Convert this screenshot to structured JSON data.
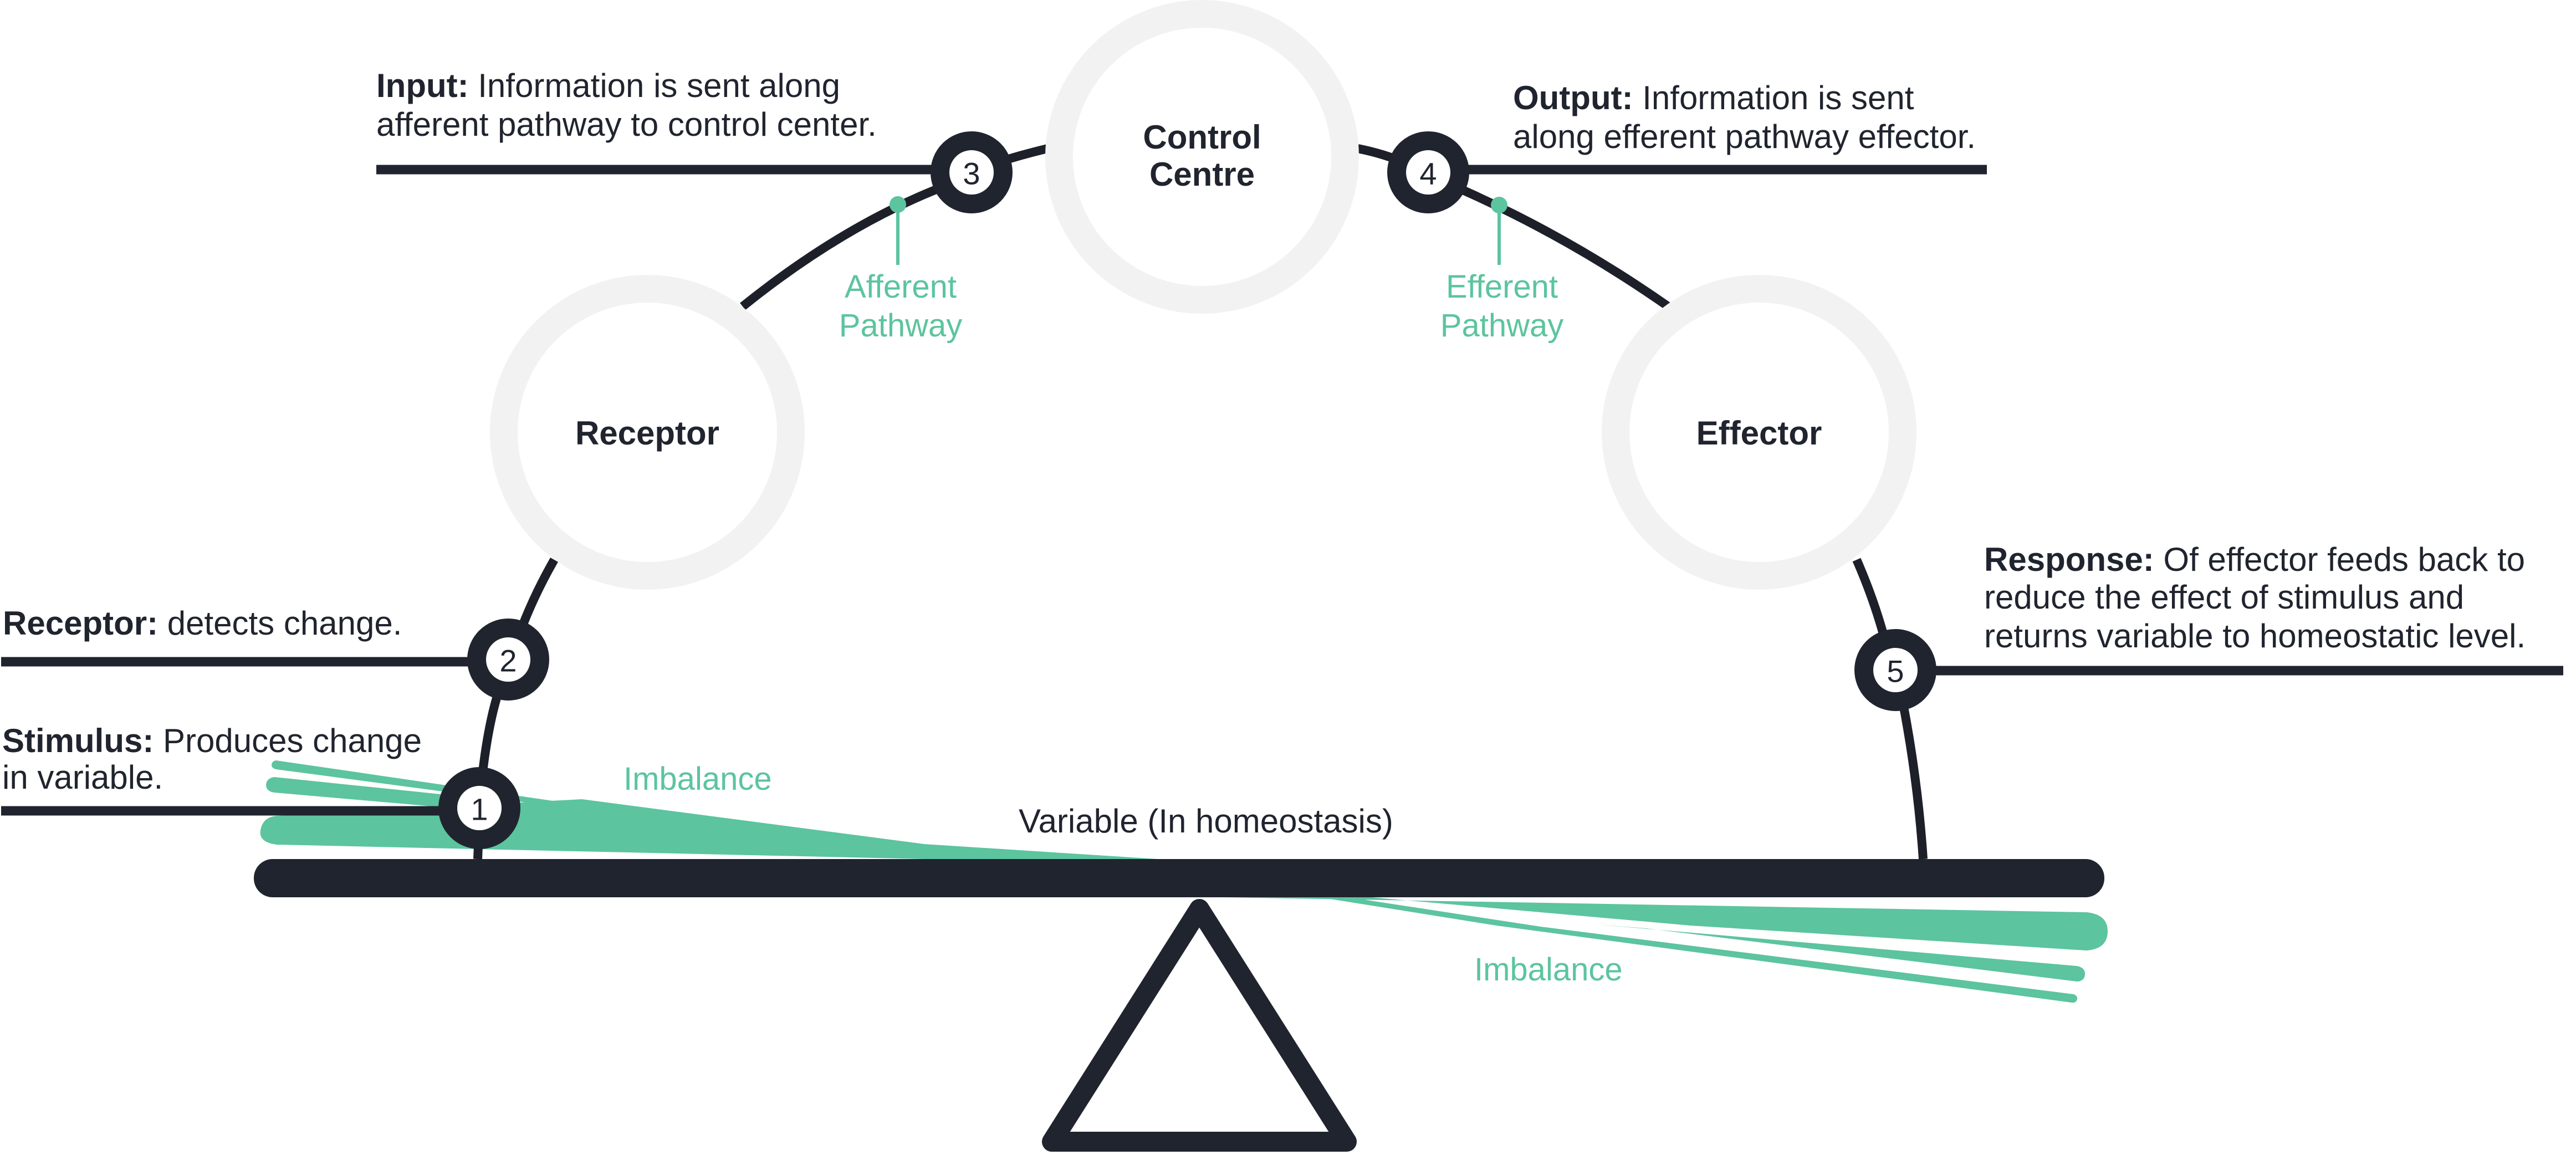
{
  "colors": {
    "dark": "#20242e",
    "accent_green": "#5cc49f",
    "ring_grey": "#f2f2f2",
    "background": "#ffffff"
  },
  "nodes": {
    "receptor": {
      "title": "Receptor"
    },
    "control_centre": {
      "title_line1": "Control",
      "title_line2": "Centre"
    },
    "effector": {
      "title": "Effector"
    }
  },
  "steps": [
    {
      "number": "1",
      "label": "Stimulus:",
      "text_line1": " Produces change",
      "text_line2": "in variable."
    },
    {
      "number": "2",
      "label": "Receptor:",
      "text_line1": " detects change."
    },
    {
      "number": "3",
      "label": "Input:",
      "text_line1": " Information is sent along",
      "text_line2": "afferent pathway to control center."
    },
    {
      "number": "4",
      "label": "Output:",
      "text_line1": " Information is sent",
      "text_line2": "along efferent pathway effector."
    },
    {
      "number": "5",
      "label": "Response:",
      "text_line1": " Of effector feeds back to",
      "text_line2": "reduce the effect of stimulus and",
      "text_line3": "returns variable to homeostatic level."
    }
  ],
  "pathways": {
    "afferent": {
      "line1": "Afferent",
      "line2": "Pathway"
    },
    "efferent": {
      "line1": "Efferent",
      "line2": "Pathway"
    }
  },
  "seesaw": {
    "variable_label": "Variable (In homeostasis)",
    "imbalance_top": "Imbalance",
    "imbalance_bottom": "Imbalance"
  }
}
